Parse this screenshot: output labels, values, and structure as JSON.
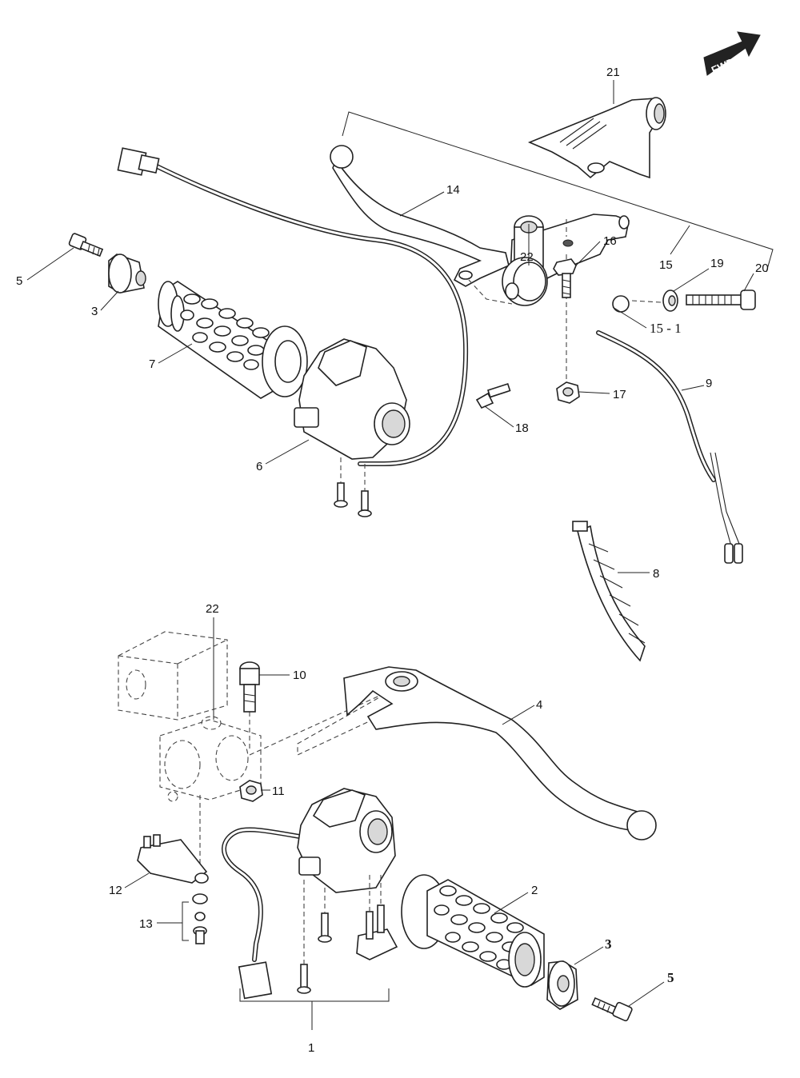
{
  "fwd_label": "FWD",
  "callouts": {
    "c1": "1",
    "c2": "2",
    "c3a": "3",
    "c3b": "3",
    "c4": "4",
    "c5a": "5",
    "c5b": "5",
    "c6": "6",
    "c7": "7",
    "c8": "8",
    "c9": "9",
    "c10": "10",
    "c11": "11",
    "c12": "12",
    "c13": "13",
    "c14": "14",
    "c15": "15",
    "c15_1": "15 - 1",
    "c16": "16",
    "c17": "17",
    "c18": "18",
    "c19": "19",
    "c20": "20",
    "c21": "21",
    "c22a": "22",
    "c22b": "22"
  }
}
